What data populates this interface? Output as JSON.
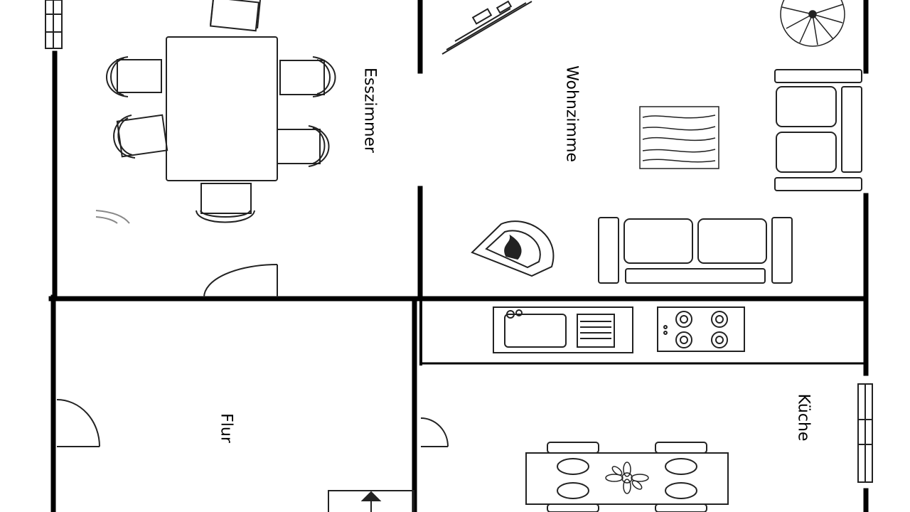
{
  "rooms": {
    "dining": {
      "label": "Esszimmer"
    },
    "living": {
      "label": "Wohnzimme"
    },
    "hall": {
      "label": "Flur"
    },
    "kitchen": {
      "label": "Küche"
    }
  },
  "colors": {
    "wall": "#000000",
    "furniture": "#222222",
    "background": "#ffffff"
  }
}
